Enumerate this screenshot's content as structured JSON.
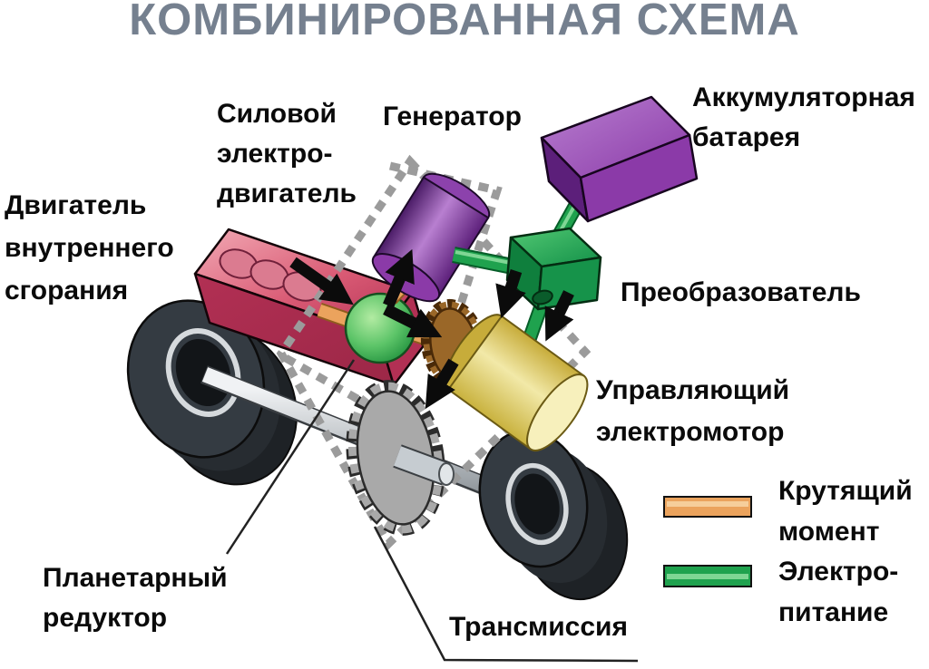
{
  "title": {
    "text": "КОМБИНИРОВАННАЯ СХЕМА"
  },
  "labels": {
    "engine": "Двигатель\nвнутреннего\nсгорания",
    "power_motor": "Силовой\nэлектро-\nдвигатель",
    "generator": "Генератор",
    "battery": "Аккумуляторная\nбатарея",
    "converter": "Преобразователь",
    "control_motor": "Управляющий\nэлектромотор",
    "planetary_gear": "Планетарный\nредуктор",
    "transmission": "Трансмиссия"
  },
  "legend": {
    "torque_label": "Крутящий\nмомент",
    "power_label": "Электро-\nпитание"
  },
  "colors": {
    "title": "#75808F",
    "label": "#0A0A0A",
    "torque": "#EBA35D",
    "torque_dark": "#8F5C1E",
    "torque_light": "#F6CE9B",
    "power": "#1FA24E",
    "power_dark": "#065D28",
    "power_light": "#7FD694",
    "engine_light": "#F2A9B4",
    "engine_mid": "#D95A74",
    "engine_dark": "#B23054",
    "engine_front": "#9C2747",
    "oval": "#DB7B90",
    "oval_line": "#70203A",
    "purple_light": "#B87FD0",
    "purple_mid": "#8B3AA8",
    "purple_dark": "#5C1F7A",
    "purple_deep": "#4A1B66",
    "conv_light": "#52C873",
    "conv_mid": "#129048",
    "conv_front": "#0F7F3D",
    "conv_side": "#16934A",
    "socket": "#0A5C2B",
    "ball_light": "#B2EBA2",
    "ball_mid": "#5CC468",
    "ball_dark": "#1F8F3C",
    "ball_line": "#14501F",
    "motor_dark": "#C7AC3A",
    "motor_light": "#F2E9A8",
    "motor_mid": "#C9B23E",
    "motor_face": "#F7F0BC",
    "motor_line": "#6B5A14",
    "gear_brown": "#9A6728",
    "gear_brown_dark": "#4A2A08",
    "gear_gray": "#A9A9A9",
    "gear_dark": "#2B2B2B",
    "tire": "#343B42",
    "tire_mid": "#272C31",
    "tire_dark": "#1E2226",
    "rim": "#D6DADD",
    "rim_inner": "#121518",
    "shaft_hi": "#F0F2F4",
    "shaft_mid": "#9FA5AA",
    "shaft_low": "#6E7479",
    "shaft_line": "#3A3E42",
    "sleeve": "#C6CCD1",
    "sleeve_cap": "#E2E6E9",
    "dash": "#9B9B9B",
    "arrow": "#0B0B0B",
    "line": "#222222",
    "outline": "#111111"
  }
}
